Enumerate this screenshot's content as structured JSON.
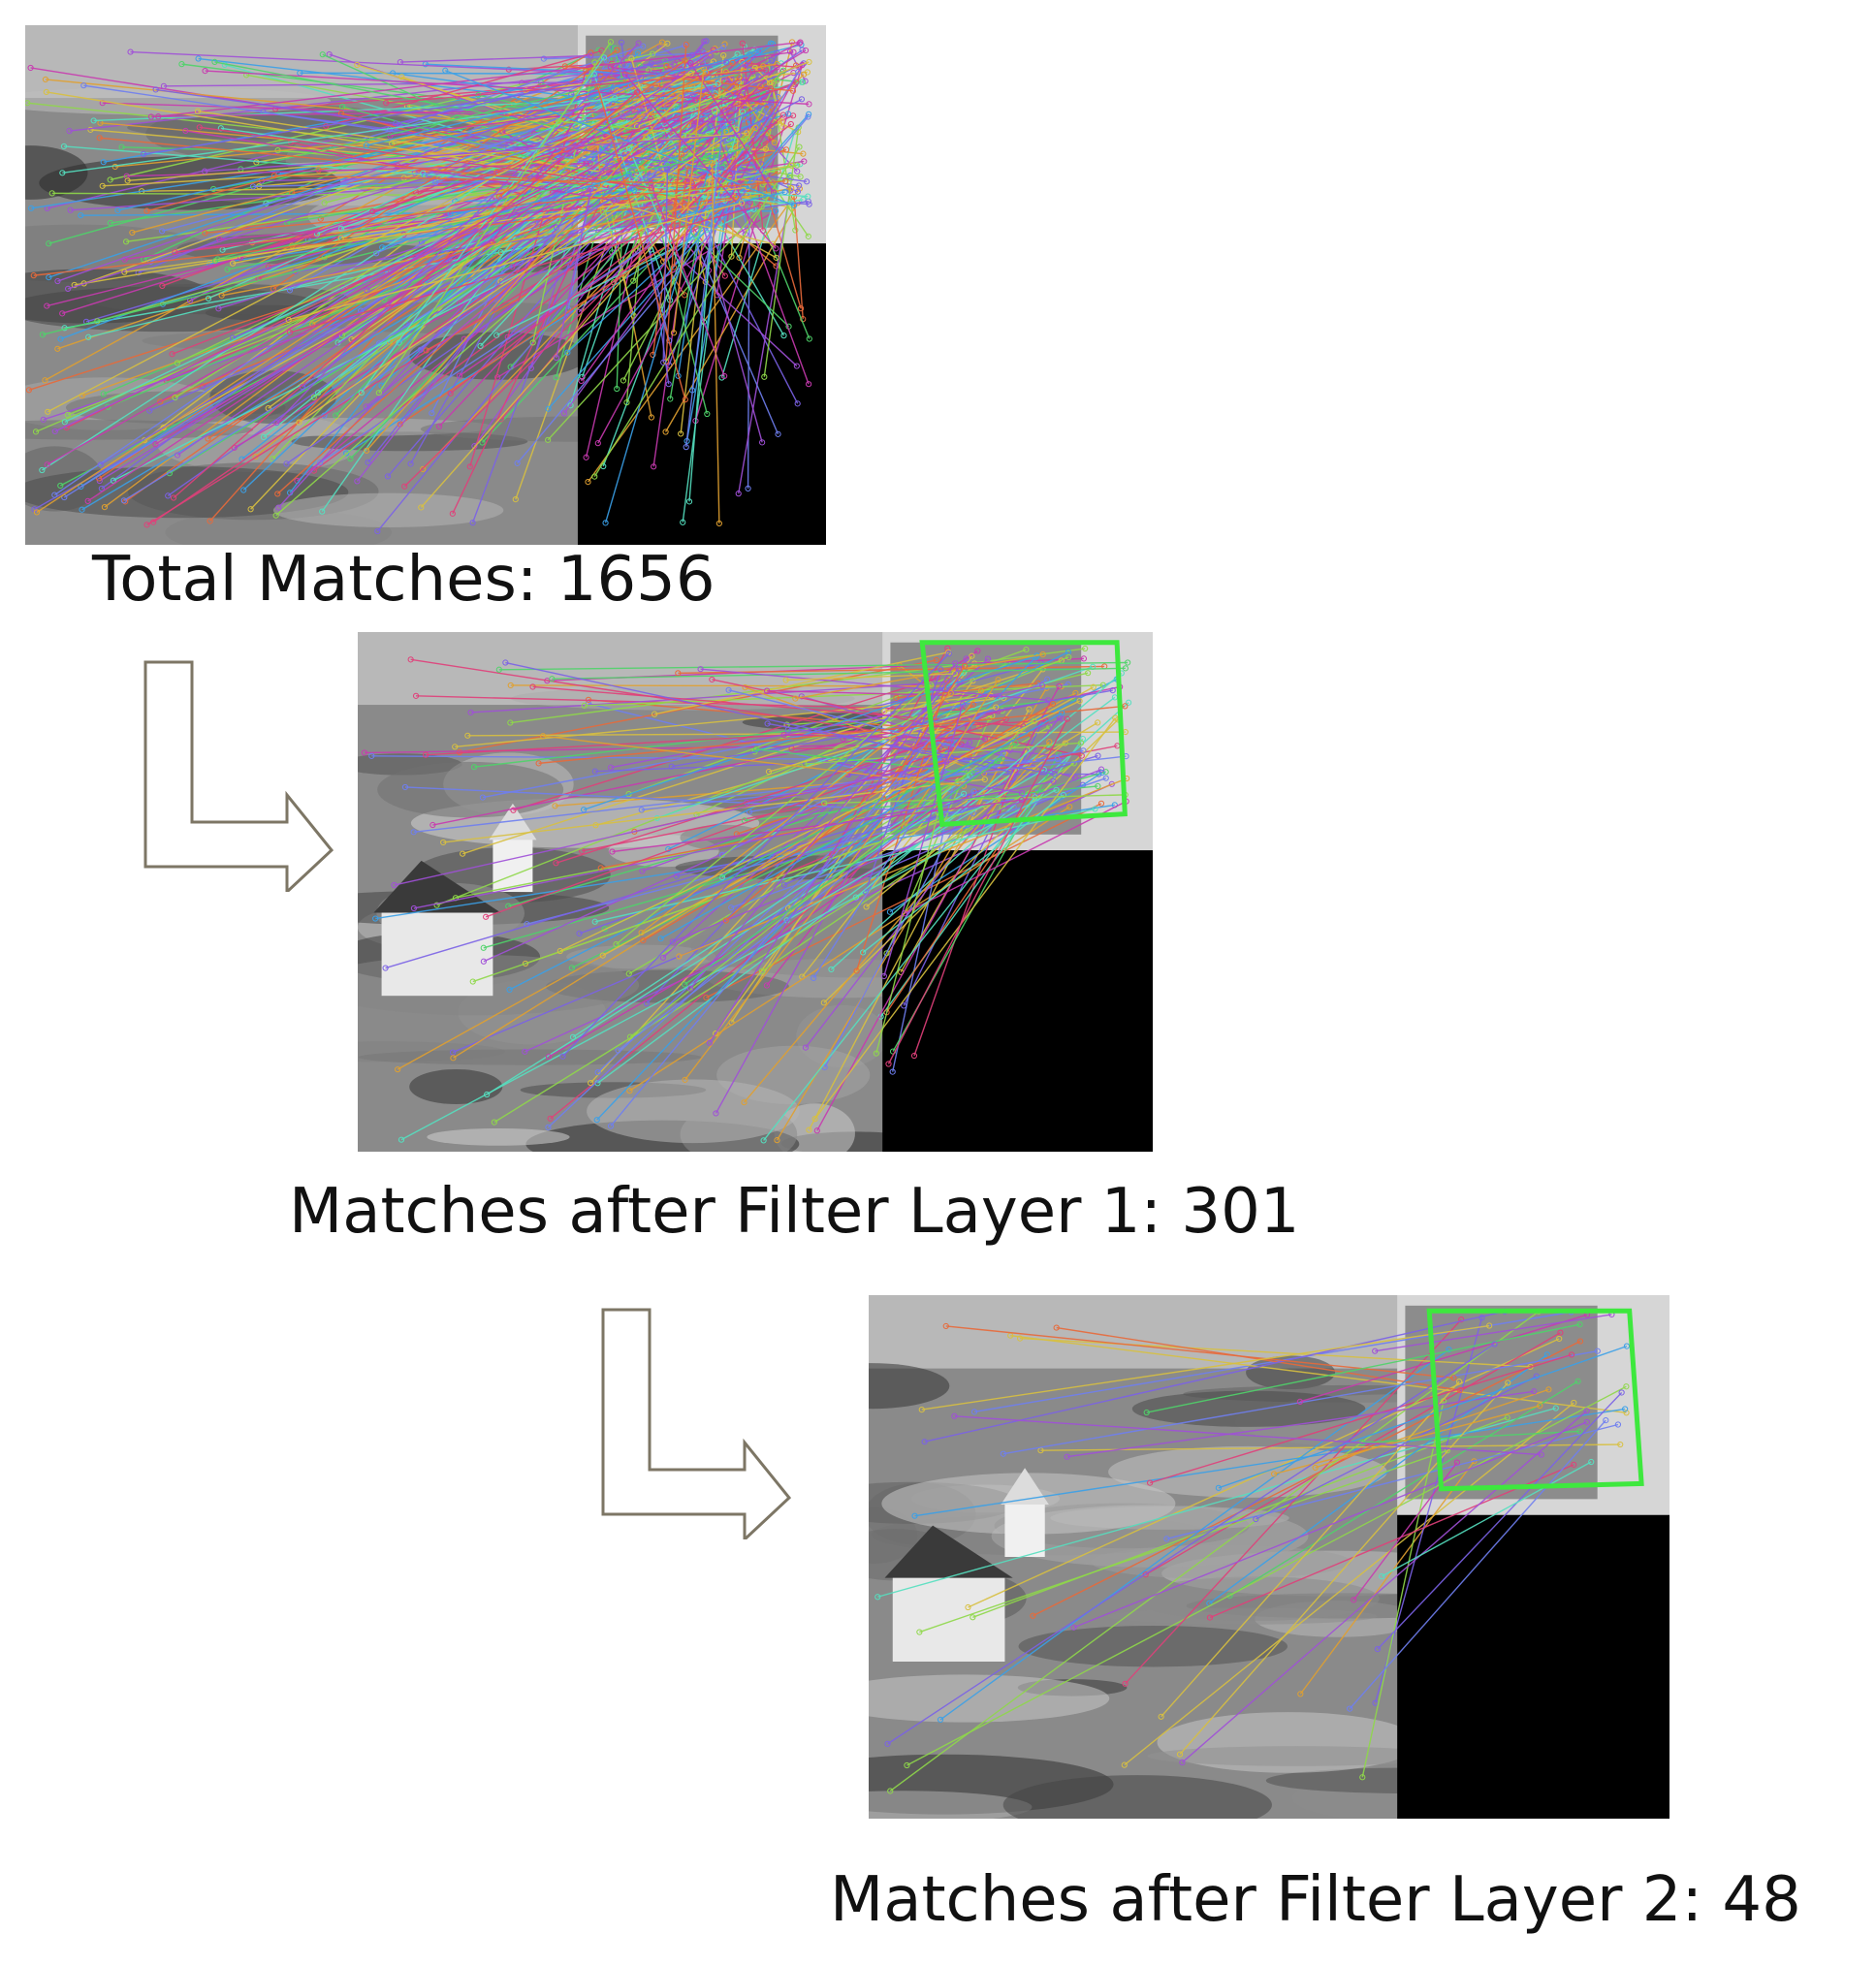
{
  "stages": [
    {
      "caption": "Total Matches: 1656",
      "match_count": 1656,
      "has_detection_box": false
    },
    {
      "caption": "Matches after Filter Layer 1: 301",
      "match_count": 301,
      "has_detection_box": true
    },
    {
      "caption": "Matches after Filter Layer 2: 48",
      "match_count": 48,
      "has_detection_box": true
    }
  ],
  "colors": {
    "detection_box": "#3ee83e",
    "arrow_stroke": "#7d7665",
    "caption_text": "#111111",
    "black_pad": "#000000"
  },
  "icons": {
    "arrow": "elbow-down-right-arrow-icon"
  }
}
